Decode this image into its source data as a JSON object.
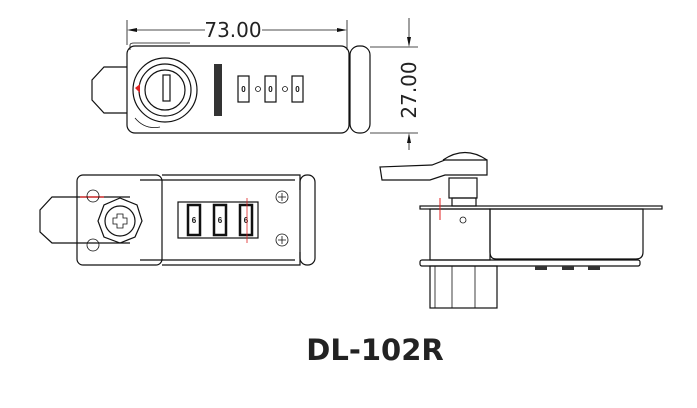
{
  "drawing": {
    "model": "DL-102R",
    "dimension_width": "73.00",
    "dimension_height": "27.00",
    "top_view_digits": [
      "0",
      "0",
      "0"
    ],
    "back_view_digits": [
      "6",
      "6",
      "6"
    ],
    "accent_color": "#e02020"
  }
}
